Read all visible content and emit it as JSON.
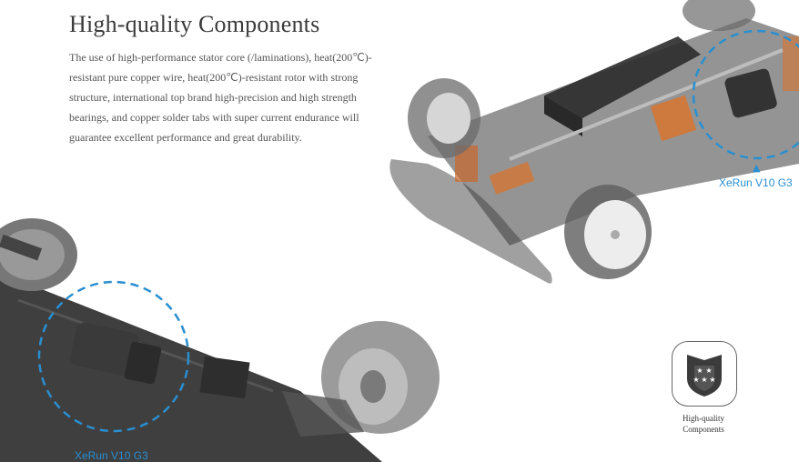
{
  "feature": {
    "title": "High-quality Components",
    "description": "The use of high-performance stator core (/laminations), heat(200℃)-resistant pure copper wire, heat(200℃)-resistant rotor with strong structure, international top brand high-precision and high strength bearings, and copper solder tabs with super current endurance will guarantee excellent performance and great durability."
  },
  "callouts": {
    "top_right": "XeRun V10 G3",
    "bottom_left": "XeRun V10 G3"
  },
  "badge": {
    "icon": "shield-stars-icon",
    "line1": "High-quality",
    "line2": "Components"
  },
  "colors": {
    "accent": "#2a8fd0",
    "copper": "#d8742f",
    "carbon": "#2b2b2b"
  }
}
